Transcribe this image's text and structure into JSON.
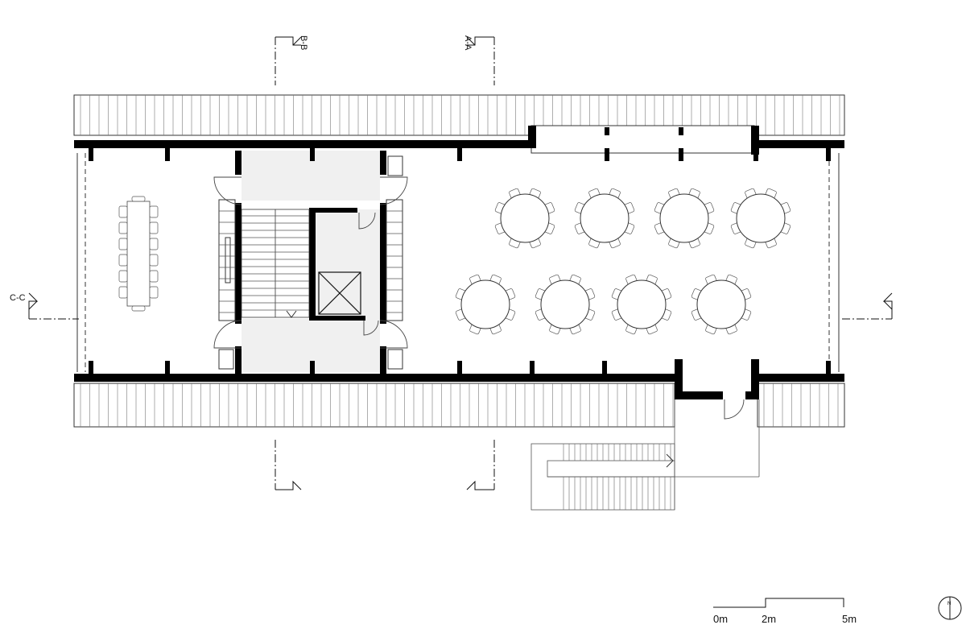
{
  "sections": {
    "a": "A-A",
    "b": "B-B",
    "c": "C-C"
  },
  "scale_bar": {
    "label_0": "0m",
    "label_2": "2m",
    "label_5": "5m"
  },
  "north": {
    "label": "N"
  },
  "colors": {
    "wall": "#000000",
    "line": "#333333",
    "grey_fill": "#f0f0f0"
  }
}
